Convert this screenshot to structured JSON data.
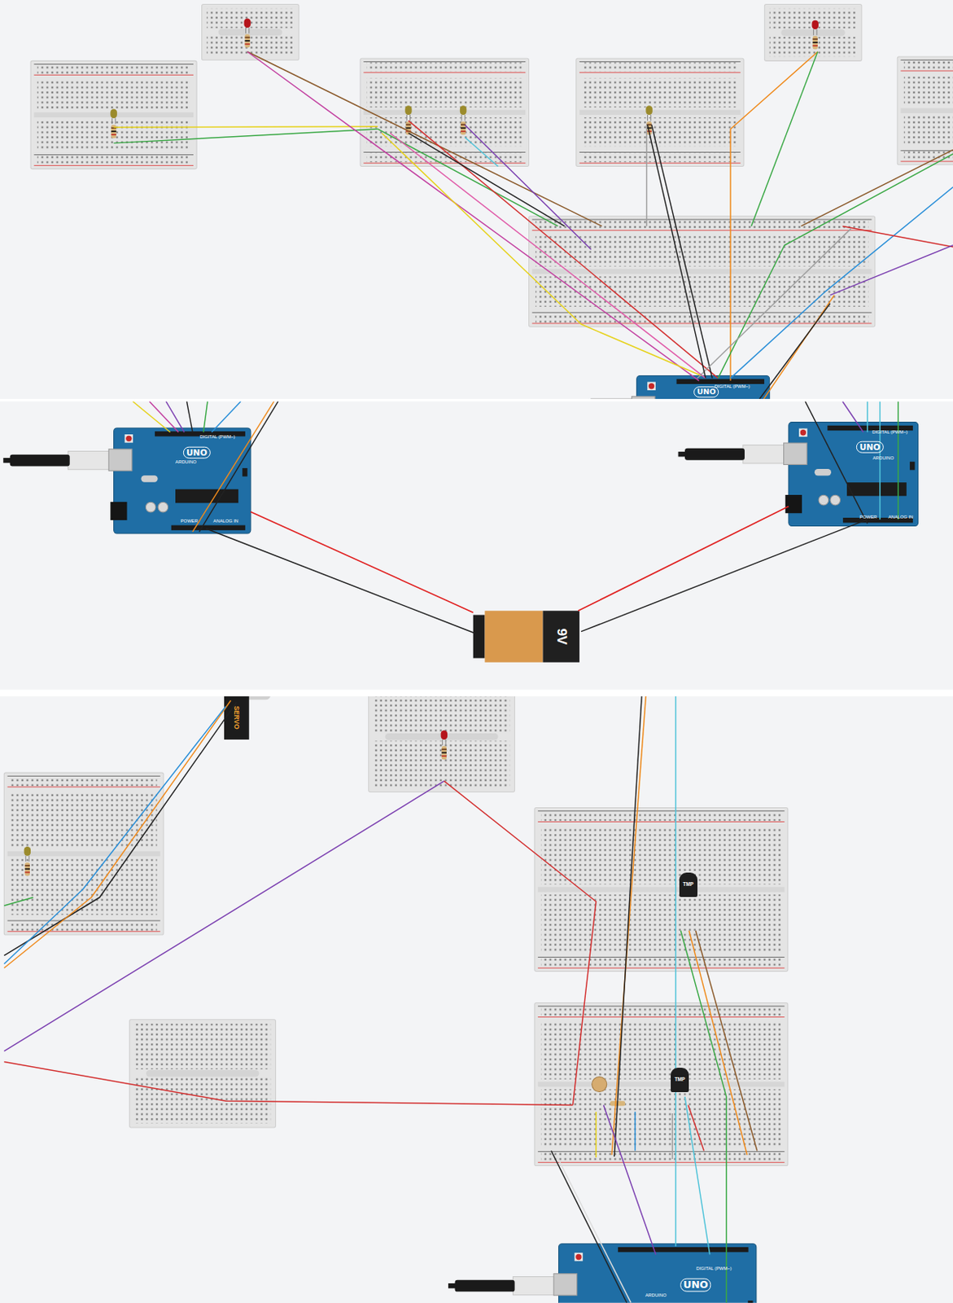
{
  "diagram": {
    "nodes": [
      {
        "text": [
          "UNO"
        ]
      },
      {
        "text": [
          "UNO"
        ]
      },
      {
        "text": [
          "UNO"
        ]
      },
      {
        "text": [
          "9V"
        ]
      },
      {
        "text": [
          "SERVO"
        ]
      },
      {
        "text": [
          "TMP"
        ]
      },
      {
        "text": [
          "TMP"
        ]
      },
      {
        "text": [
          "UNO"
        ]
      }
    ],
    "edges": [
      {
        "from": 3,
        "to": 1,
        "arrow": "none"
      },
      {
        "from": 3,
        "to": 2,
        "arrow": "none"
      }
    ],
    "labels": [
      "DIGITAL (PWM~)",
      "DIGITAL (PWM~)",
      "ARDUINO",
      "POWER",
      "ANALOG IN",
      "DIGITAL (PWM~)",
      "ARDUINO",
      "POWER",
      "ANALOG IN",
      "DIGITAL (PWM~)",
      "ARDUINO"
    ]
  }
}
